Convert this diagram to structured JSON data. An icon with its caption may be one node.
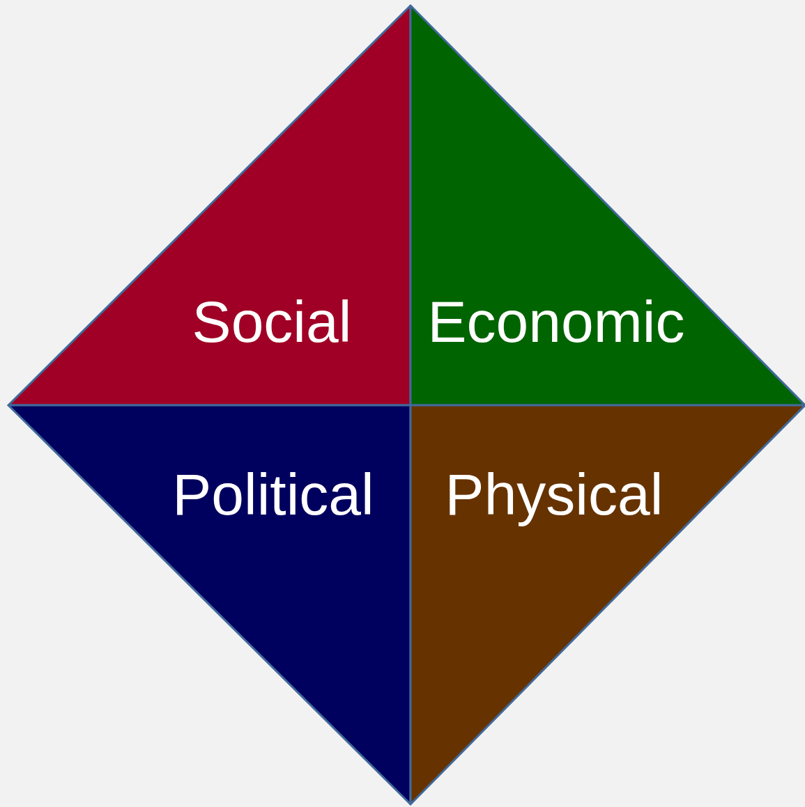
{
  "diagram": {
    "nodes": [
      {
        "text": [
          "Social"
        ]
      },
      {
        "text": [
          "Economic"
        ]
      },
      {
        "text": [
          "Political"
        ]
      },
      {
        "text": [
          "Physical"
        ]
      }
    ]
  }
}
